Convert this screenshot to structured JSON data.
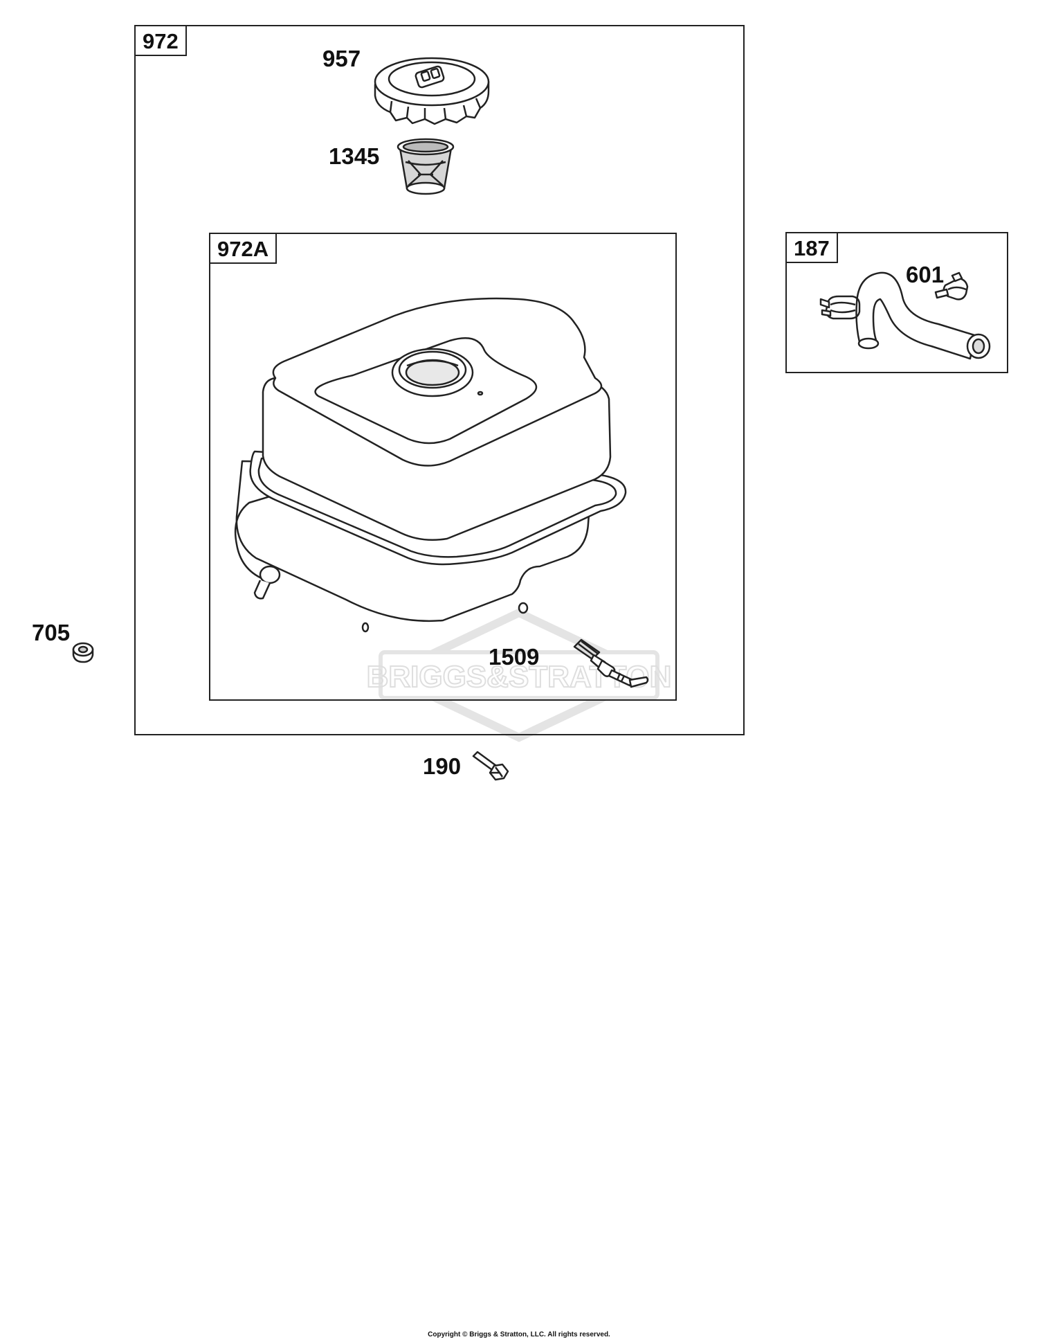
{
  "diagram": {
    "groups": [
      {
        "id": "972",
        "label": "972"
      },
      {
        "id": "972A",
        "label": "972A"
      },
      {
        "id": "187",
        "label": "187"
      }
    ],
    "callouts": {
      "p957": "957",
      "p1345": "1345",
      "p601": "601",
      "p705": "705",
      "p1509": "1509",
      "p190": "190"
    },
    "watermark": "BRIGGS&STRATTON",
    "footer": "Copyright © Briggs & Stratton, LLC. All rights reserved."
  }
}
